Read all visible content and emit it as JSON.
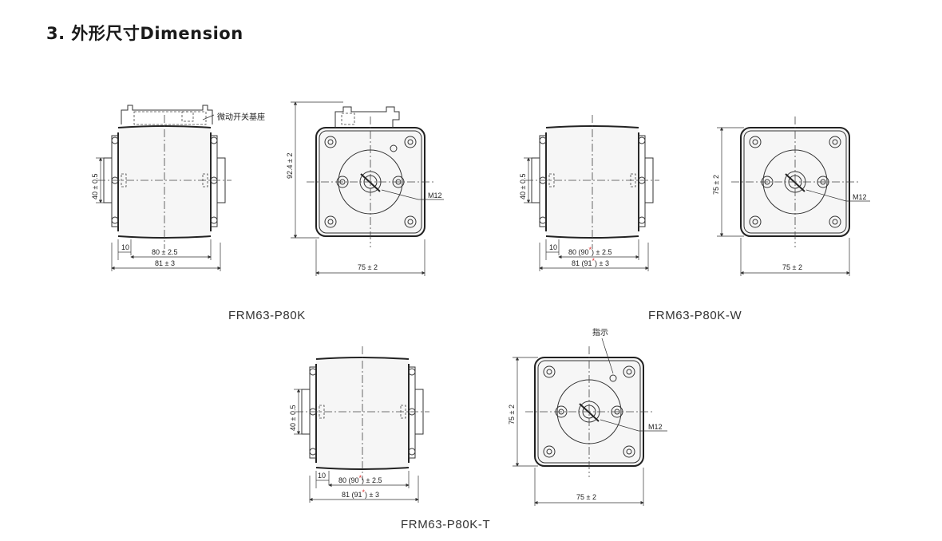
{
  "page": {
    "title": "3. 外形尺寸Dimension"
  },
  "labels": {
    "model_a": "FRM63-P80K",
    "model_w": "FRM63-P80K-W",
    "model_t": "FRM63-P80K-T",
    "microswitch_base": "微动开关基座",
    "indicator": "指示"
  },
  "dims": {
    "h40": "40 ± 0.5",
    "h75": "75 ± 2",
    "h92": "92.4 ± 2",
    "w10": "10",
    "w80": "80 ± 2.5",
    "w81": "81 ± 3",
    "w80_alt_pre": "80 (90",
    "w80_alt_post": ") ± 2.5",
    "w81_alt_pre": "81 (91",
    "w81_alt_post": ") ± 3",
    "star": "*",
    "w75": "75 ± 2",
    "thread": "M12"
  }
}
